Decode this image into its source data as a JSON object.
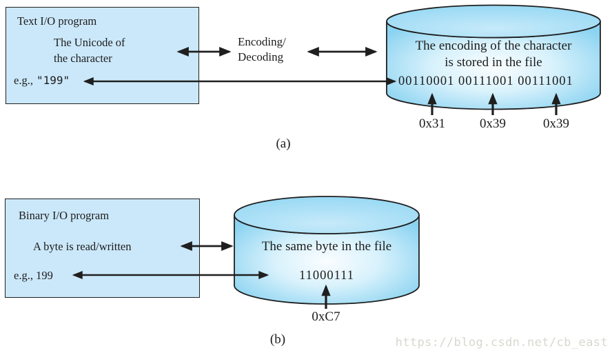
{
  "colors": {
    "box_fill": "#cbe8fa",
    "cylinder_edge_blue": "#8bd3f1",
    "cylinder_center": "#fafdff",
    "stroke": "#1f1f1f",
    "watermark_gray": "#d8d8d0"
  },
  "diagram_a": {
    "caption": "(a)",
    "program_box": {
      "title": "Text I/O program",
      "line1": "The Unicode of",
      "line2": "the character",
      "example_prefix": "e.g.,",
      "example_value": "\"199\""
    },
    "middle_label": {
      "line1": "Encoding/",
      "line2": "Decoding"
    },
    "file_cylinder": {
      "line1": "The encoding of the character",
      "line2": "is stored in the file",
      "bytes": "00110001 00111001 00111001"
    },
    "byte_labels": [
      "0x31",
      "0x39",
      "0x39"
    ]
  },
  "diagram_b": {
    "caption": "(b)",
    "program_box": {
      "title": "Binary I/O program",
      "line1": "A byte is read/written",
      "example_prefix": "e.g.,",
      "example_value": "199"
    },
    "file_cylinder": {
      "line1": "The same byte in the file",
      "bytes": "11000111"
    },
    "byte_labels": [
      "0xC7"
    ]
  },
  "watermark": "https://blog.csdn.net/cb_east"
}
